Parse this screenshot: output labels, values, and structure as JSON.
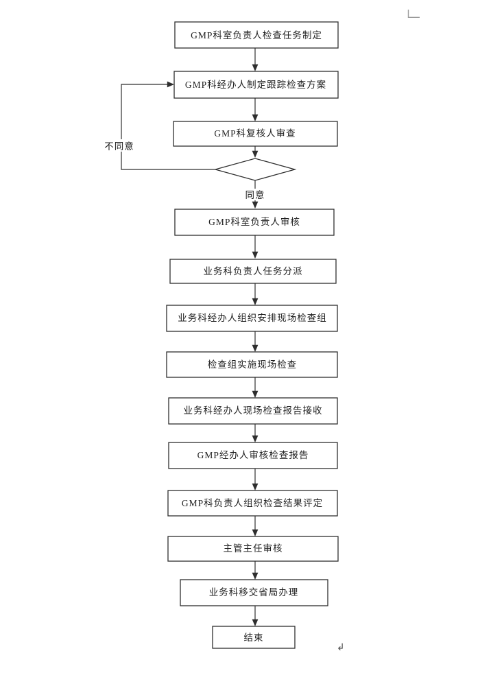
{
  "document": {
    "paragraph_mark": "↲",
    "colors": {
      "line": "#2e2e2e",
      "box_fill": "#ffffff",
      "text": "#1f1f1f",
      "boundary_mark": "#9a9a9a"
    }
  },
  "flowchart": {
    "nodes": [
      {
        "type": "process",
        "label": "GMP科室负责人检查任务制定"
      },
      {
        "type": "process",
        "label": "GMP科经办人制定跟踪检查方案"
      },
      {
        "type": "process",
        "label": "GMP科复核人审查"
      },
      {
        "type": "decision",
        "label": ""
      },
      {
        "type": "process",
        "label": "GMP科室负责人审核"
      },
      {
        "type": "process",
        "label": "业务科负责人任务分派"
      },
      {
        "type": "process",
        "label": "业务科经办人组织安排现场检查组"
      },
      {
        "type": "process",
        "label": "检查组实施现场检查"
      },
      {
        "type": "process",
        "label": "业务科经办人现场检查报告接收"
      },
      {
        "type": "process",
        "label": "GMP经办人审核检查报告"
      },
      {
        "type": "process",
        "label": "GMP科负责人组织检查结果评定"
      },
      {
        "type": "process",
        "label": "主管主任审核"
      },
      {
        "type": "process",
        "label": "业务科移交省局办理"
      },
      {
        "type": "terminal",
        "label": "结束"
      }
    ],
    "branch_labels": {
      "disagree": "不同意",
      "agree": "同意"
    }
  }
}
